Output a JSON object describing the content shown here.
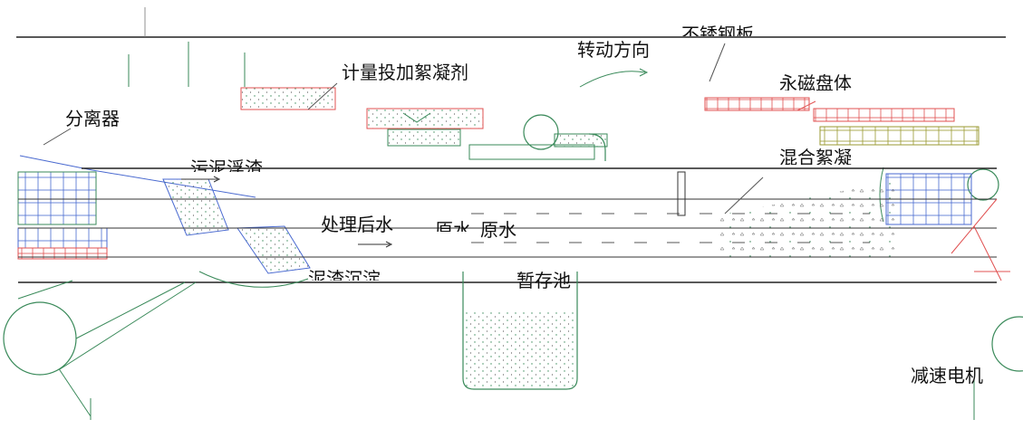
{
  "diagram": {
    "labels": {
      "metering": "计量投加絮凝剂",
      "rotation": "转动方向",
      "stainless": "不锈钢板",
      "separator": "分离器",
      "sludge_scum": "污泥浮渣",
      "treated_water": "处理后水",
      "raw_water_1": "原水",
      "raw_water_2": "原水",
      "storage_tank": "暂存池",
      "motor": "减速电机",
      "magnetic_disk": "永磁盘体",
      "mixed_floc": "混合絮凝",
      "sediment": "泥渣沉淀"
    }
  }
}
